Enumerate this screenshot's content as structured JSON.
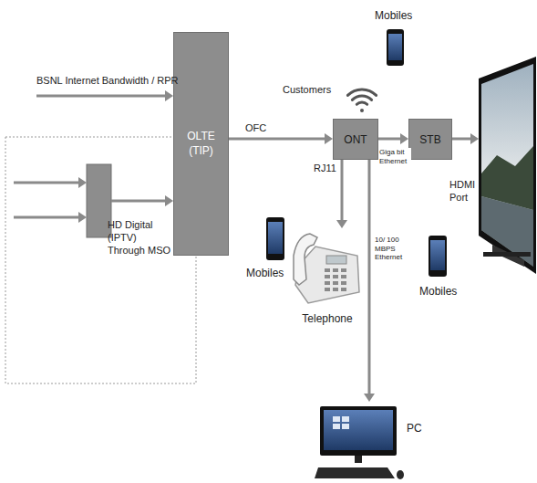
{
  "diagram": {
    "nodes": [
      {
        "text": [
          "OLTE (TIP)"
        ]
      },
      {
        "text": [
          "ONT"
        ]
      },
      {
        "text": [
          "STB"
        ]
      },
      {
        "text": [
          "Telephone"
        ]
      },
      {
        "text": [
          "PC"
        ]
      }
    ],
    "edges": [
      {
        "from": 0,
        "to": 1,
        "label": "OFC",
        "arrow": "to"
      },
      {
        "from": 1,
        "to": 2,
        "label": "Giga bit Ethernet",
        "arrow": "to"
      },
      {
        "from": 1,
        "to": 3,
        "label": "RJ11",
        "arrow": "to"
      },
      {
        "from": 1,
        "to": 4,
        "label": "10/ 100 MBPS Ethernet",
        "arrow": "to"
      }
    ],
    "labels": [
      "BSNL Internet Bandwidth / RPR",
      "HD Digital (IPTV) Through MSO",
      "Customers",
      "Mobiles",
      "Mobiles",
      "Mobiles",
      "HDMI Port"
    ]
  }
}
